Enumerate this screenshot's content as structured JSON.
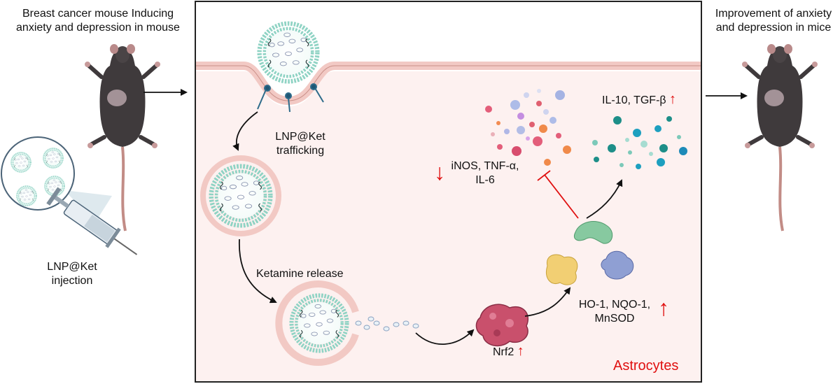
{
  "left_panel": {
    "title_line1": "Breast cancer mouse Inducing",
    "title_line2": "anxiety and depression in mouse",
    "injection_line1": "LNP@Ket",
    "injection_line2": "injection"
  },
  "right_panel": {
    "title_line1": "Improvement of anxiety",
    "title_line2": "and depression in mice"
  },
  "cell": {
    "trafficking_line1": "LNP@Ket",
    "trafficking_line2": "trafficking",
    "release_label": "Ketamine release",
    "nrf2_label": "Nrf2",
    "enzymes_line1": "HO-1, NQO-1,",
    "enzymes_line2": "MnSOD",
    "proinflammatory_line1": "iNOS, TNF-α,",
    "proinflammatory_line2": "IL-6",
    "antiinflammatory_label": "IL-10, TGF-β",
    "cell_type_label": "Astrocytes"
  },
  "colors": {
    "up_arrow": "#e01010",
    "down_arrow": "#e01010",
    "cell_type_label": "#e01010",
    "membrane": "#f2c9c4",
    "cell_fill": "#fdf1f0",
    "lnp_teal": "#7cc9b9",
    "nrf2": "#c9506c",
    "inhibition": "#e01010"
  },
  "icons": [
    "mouse-icon",
    "syringe-icon",
    "lnp-icon",
    "nrf2-protein-icon",
    "enzyme-protein-icon",
    "cytokine-dots-icon"
  ]
}
